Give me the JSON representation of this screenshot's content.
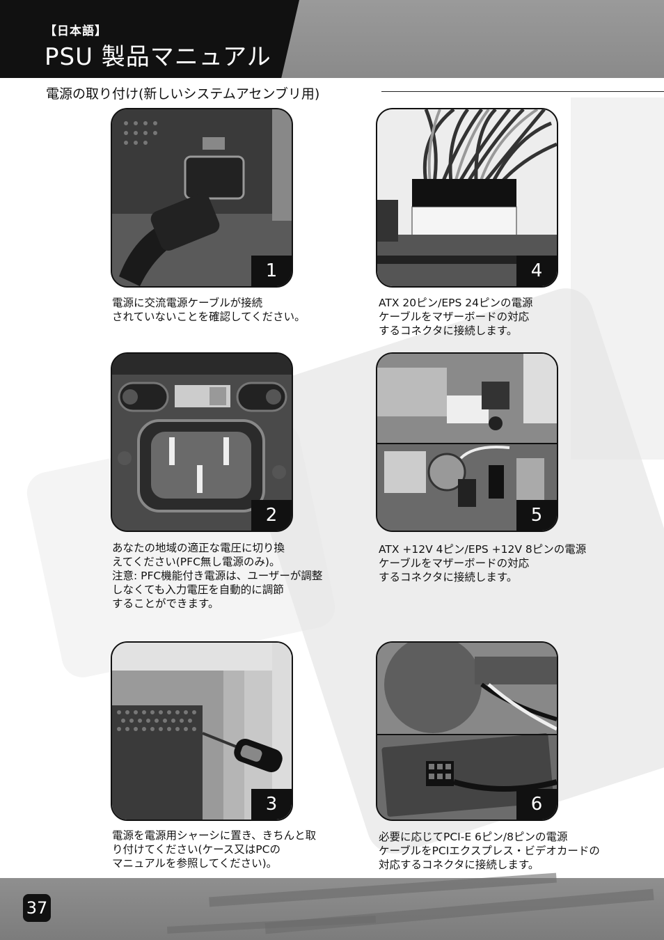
{
  "header": {
    "lang_tag": "【日本語】",
    "title": "PSU 製品マニュアル"
  },
  "section": {
    "heading": "電源の取り付け(新しいシステムアセンブリ用)"
  },
  "steps": [
    {
      "number": "1",
      "caption": [
        "電源に交流電源ケーブルが接続",
        "されていないことを確認してください。"
      ]
    },
    {
      "number": "2",
      "caption": [
        "あなたの地域の適正な電圧に切り換",
        "えてください(PFC無し電源のみ)。",
        "注意: PFC機能付き電源は、ユーザーが調整",
        "しなくても入力電圧を自動的に調節",
        "することができます。"
      ]
    },
    {
      "number": "3",
      "caption": [
        "電源を電源用シャーシに置き、きちんと取",
        "り付けてください(ケース又はPCの",
        "マニュアルを参照してください)。"
      ]
    },
    {
      "number": "4",
      "caption": [
        "ATX 20ピン/EPS 24ピンの電源",
        "ケーブルをマザーボードの対応",
        "するコネクタに接続します。"
      ]
    },
    {
      "number": "5",
      "caption": [
        "ATX +12V 4ピン/EPS +12V 8ピンの電源",
        "ケーブルをマザーボードの対応",
        "するコネクタに接続します。"
      ]
    },
    {
      "number": "6",
      "caption": [
        "必要に応じてPCI-E 6ピン/8ピンの電源",
        "ケーブルをPCIエクスプレス・ビデオカードの",
        "対応するコネクタに接続します。"
      ]
    }
  ],
  "footer": {
    "page_number": "37"
  }
}
